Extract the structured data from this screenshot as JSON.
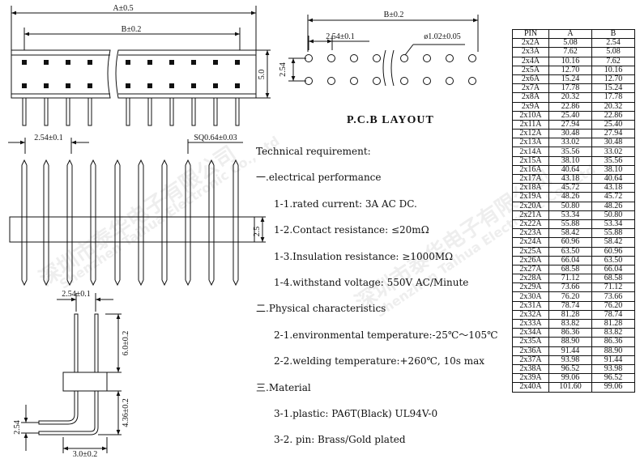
{
  "dimensions": {
    "A": "A±0.5",
    "B": "B±0.2",
    "h5": "5.0",
    "pitch_top": "2.54±0.1",
    "sq": "SQ0.64±0.03",
    "h25": "2.5",
    "pitch_side": "2.54±0.1",
    "h6": "6.0±0.2",
    "h436": "4.36±0.2",
    "pitch_v": "2.54",
    "w3": "3.0±0.2",
    "pcb_B": "B±0.2",
    "pcb_pitch": "2.54±0.1",
    "pcb_hole": "ø1.02±0.05",
    "pcb_row": "2.54"
  },
  "pcb_title": "P.C.B   LAYOUT",
  "requirements": [
    {
      "text": "Technical requirement:",
      "level": 1
    },
    {
      "text": "一.electrical performance",
      "level": 1
    },
    {
      "text": "1-1.rated current: 3A AC DC.",
      "level": 2
    },
    {
      "text": "1-2.Contact resistance: ≤20mΩ",
      "level": 2
    },
    {
      "text": "1-3.Insulation resistance: ≥1000MΩ",
      "level": 2
    },
    {
      "text": "1-4.withstand voltage: 550V AC/Minute",
      "level": 2
    },
    {
      "text": "二.Physical characteristics",
      "level": 1
    },
    {
      "text": "2-1.environmental temperature:-25℃～105℃",
      "level": 2
    },
    {
      "text": "2-2.welding temperature:+260℃, 10s max",
      "level": 2
    },
    {
      "text": "三.Material",
      "level": 1
    },
    {
      "text": "3-1.plastic: PA6T(Black) UL94V-0",
      "level": 2
    },
    {
      "text": "3-2.     pin: Brass/Gold plated",
      "level": 2
    }
  ],
  "table": {
    "headers": [
      "PIN",
      "A",
      "B"
    ],
    "rows": [
      [
        "2x2A",
        "5.08",
        "2.54"
      ],
      [
        "2x3A",
        "7.62",
        "5.08"
      ],
      [
        "2x4A",
        "10.16",
        "7.62"
      ],
      [
        "2x5A",
        "12.70",
        "10.16"
      ],
      [
        "2x6A",
        "15.24",
        "12.70"
      ],
      [
        "2x7A",
        "17.78",
        "15.24"
      ],
      [
        "2x8A",
        "20.32",
        "17.78"
      ],
      [
        "2x9A",
        "22.86",
        "20.32"
      ],
      [
        "2x10A",
        "25.40",
        "22.86"
      ],
      [
        "2x11A",
        "27.94",
        "25.40"
      ],
      [
        "2x12A",
        "30.48",
        "27.94"
      ],
      [
        "2x13A",
        "33.02",
        "30.48"
      ],
      [
        "2x14A",
        "35.56",
        "33.02"
      ],
      [
        "2x15A",
        "38.10",
        "35.56"
      ],
      [
        "2x16A",
        "40.64",
        "38.10"
      ],
      [
        "2x17A",
        "43.18",
        "40.64"
      ],
      [
        "2x18A",
        "45.72",
        "43.18"
      ],
      [
        "2x19A",
        "48.26",
        "45.72"
      ],
      [
        "2x20A",
        "50.80",
        "48.26"
      ],
      [
        "2x21A",
        "53.34",
        "50.80"
      ],
      [
        "2x22A",
        "55.88",
        "53.34"
      ],
      [
        "2x23A",
        "58.42",
        "55.88"
      ],
      [
        "2x24A",
        "60.96",
        "58.42"
      ],
      [
        "2x25A",
        "63.50",
        "60.96"
      ],
      [
        "2x26A",
        "66.04",
        "63.50"
      ],
      [
        "2x27A",
        "68.58",
        "66.04"
      ],
      [
        "2x28A",
        "71.12",
        "68.58"
      ],
      [
        "2x29A",
        "73.66",
        "71.12"
      ],
      [
        "2x30A",
        "76.20",
        "73.66"
      ],
      [
        "2x31A",
        "78.74",
        "76.20"
      ],
      [
        "2x32A",
        "81.28",
        "78.74"
      ],
      [
        "2x33A",
        "83.82",
        "81.28"
      ],
      [
        "2x34A",
        "86.36",
        "83.82"
      ],
      [
        "2x35A",
        "88.90",
        "86.36"
      ],
      [
        "2x36A",
        "91.44",
        "88.90"
      ],
      [
        "2x37A",
        "93.98",
        "91.44"
      ],
      [
        "2x38A",
        "96.52",
        "93.98"
      ],
      [
        "2x39A",
        "99.06",
        "96.52"
      ],
      [
        "2x40A",
        "101.60",
        "99.06"
      ]
    ]
  },
  "watermarks": [
    "深圳市泰华电子有限公司",
    "Shenzhen Taihua Electronic Co., Ltd",
    "深圳市泰华电子有限公司",
    "Shenzhen Taihua Electronic Co., Ltd"
  ]
}
